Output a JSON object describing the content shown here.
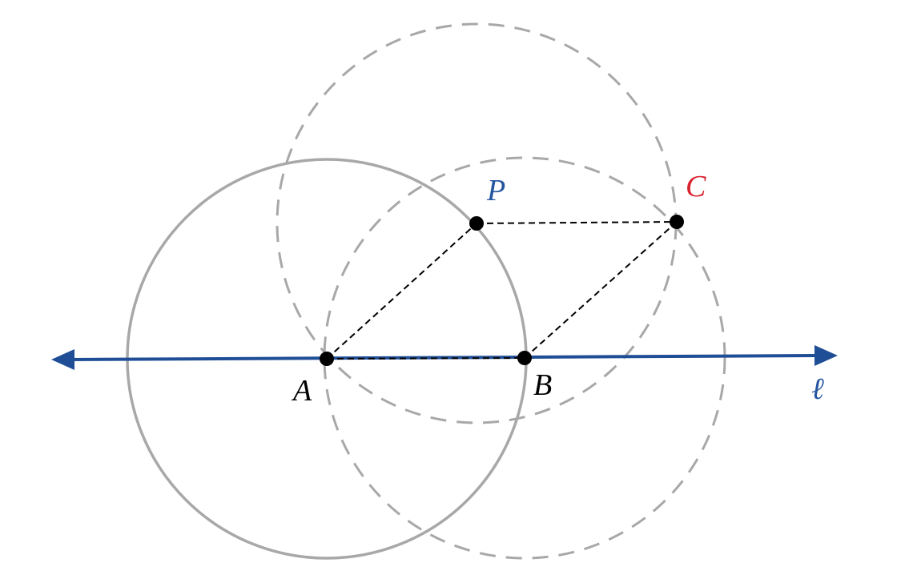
{
  "labels": {
    "A": "A",
    "B": "B",
    "P": "P",
    "C": "C",
    "line": "ℓ"
  },
  "colors": {
    "line": "#1f4e96",
    "circle_solid": "#a8a8a8",
    "circle_dashed": "#a8a8a8",
    "segment": "#000000",
    "point": "#000000",
    "label_black": "#000000",
    "label_P": "#2456a0",
    "label_C": "#d9222e",
    "label_line": "#2456a0"
  }
}
